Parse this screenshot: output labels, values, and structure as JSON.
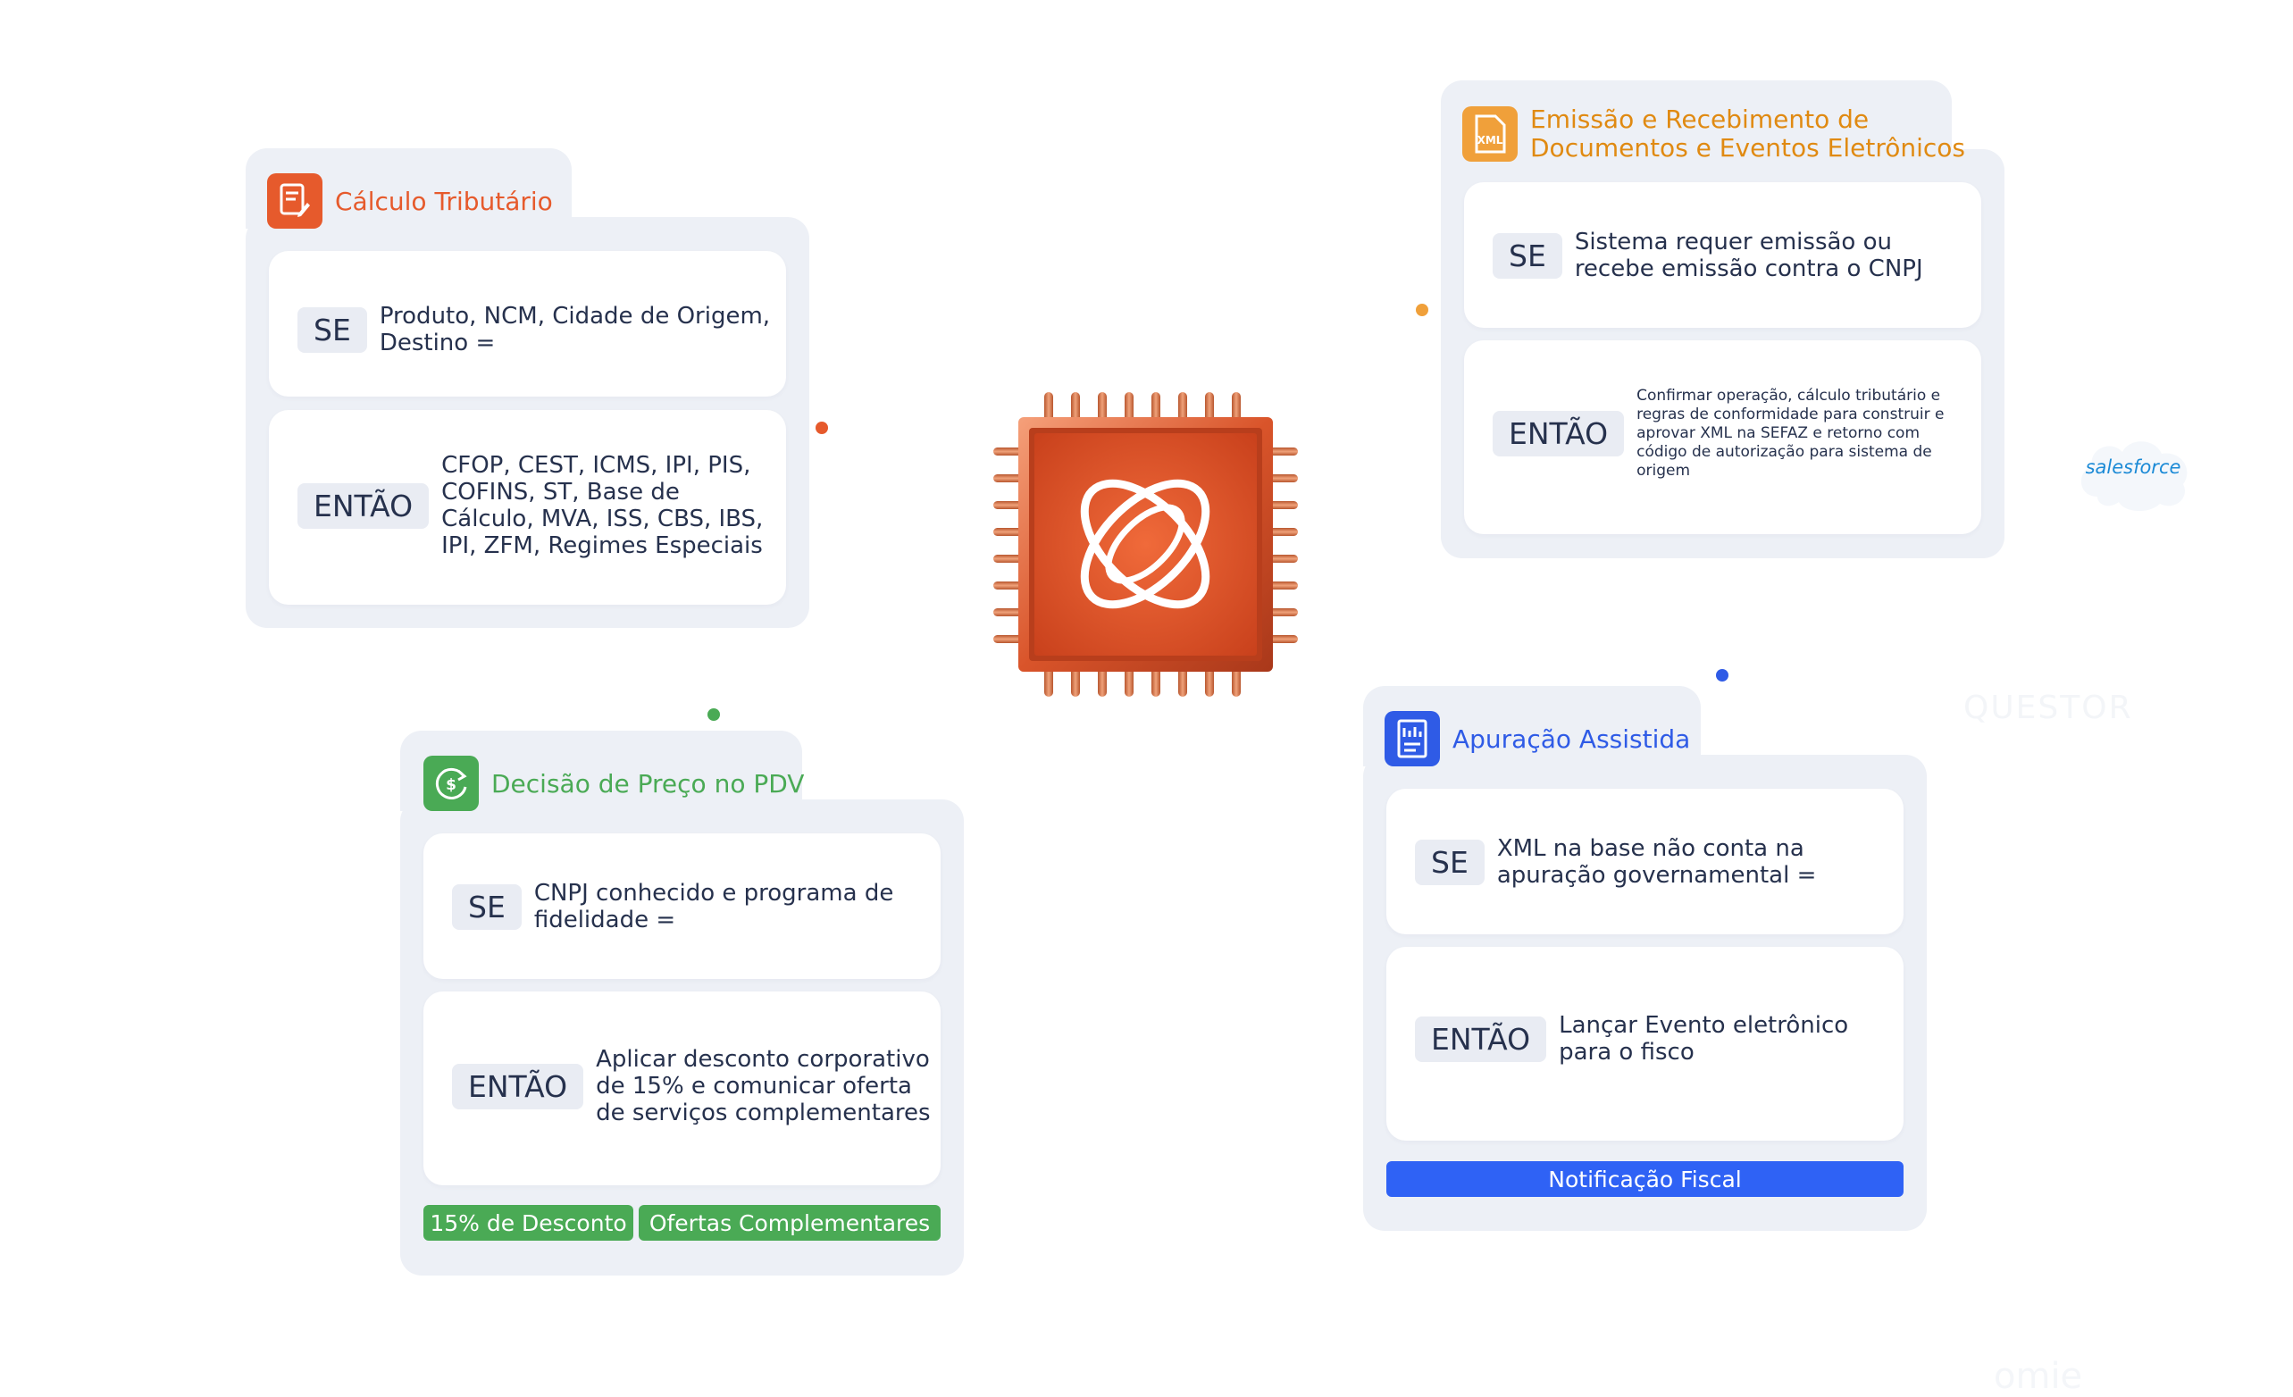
{
  "colors": {
    "card_bg": "#edf0f6",
    "calc": "#e65a2c",
    "emissao": "#e08a12",
    "pdv": "#4aaa55",
    "apuracao": "#2f5be6",
    "text": "#26314d"
  },
  "chip": {
    "logo": "chip-logo-icon"
  },
  "calculo": {
    "title": "Cálculo Tributário",
    "se_label": "SE",
    "se_text": "Produto, NCM, Cidade de Origem, Destino =",
    "entao_label": "ENTÃO",
    "entao_text": "CFOP, CEST, ICMS, IPI, PIS, COFINS, ST, Base de Cálculo, MVA, ISS, CBS, IBS, IPI, ZFM, Regimes Especiais"
  },
  "emissao": {
    "title_line1": "Emissão e Recebimento de",
    "title_line2": "Documentos e Eventos Eletrônicos",
    "icon_label": "XML",
    "se_label": "SE",
    "se_text": "Sistema requer emissão ou recebe emissão contra o CNPJ",
    "entao_label": "ENTÃO",
    "entao_text": "Confirmar operação, cálculo tributário e regras de conformidade para construir e aprovar XML na SEFAZ e retorno com código de autorização para sistema de origem"
  },
  "pdv": {
    "title": "Decisão de Preço no PDV",
    "se_label": "SE",
    "se_text": "CNPJ conhecido e programa de fidelidade =",
    "entao_label": "ENTÃO",
    "entao_text": "Aplicar desconto corporativo de 15% e comunicar oferta de serviços complementares",
    "tags": [
      "15% de Desconto",
      "Ofertas Complementares"
    ]
  },
  "apuracao": {
    "title": "Apuração Assistida",
    "se_label": "SE",
    "se_text": "XML na base não conta na apuração governamental =",
    "entao_label": "ENTÃO",
    "entao_text": "Lançar Evento eletrônico para o fisco",
    "footer": "Notificação Fiscal"
  },
  "logos": {
    "salesforce": "salesforce",
    "faint1": "QUESTOR",
    "faint2": "omie"
  }
}
